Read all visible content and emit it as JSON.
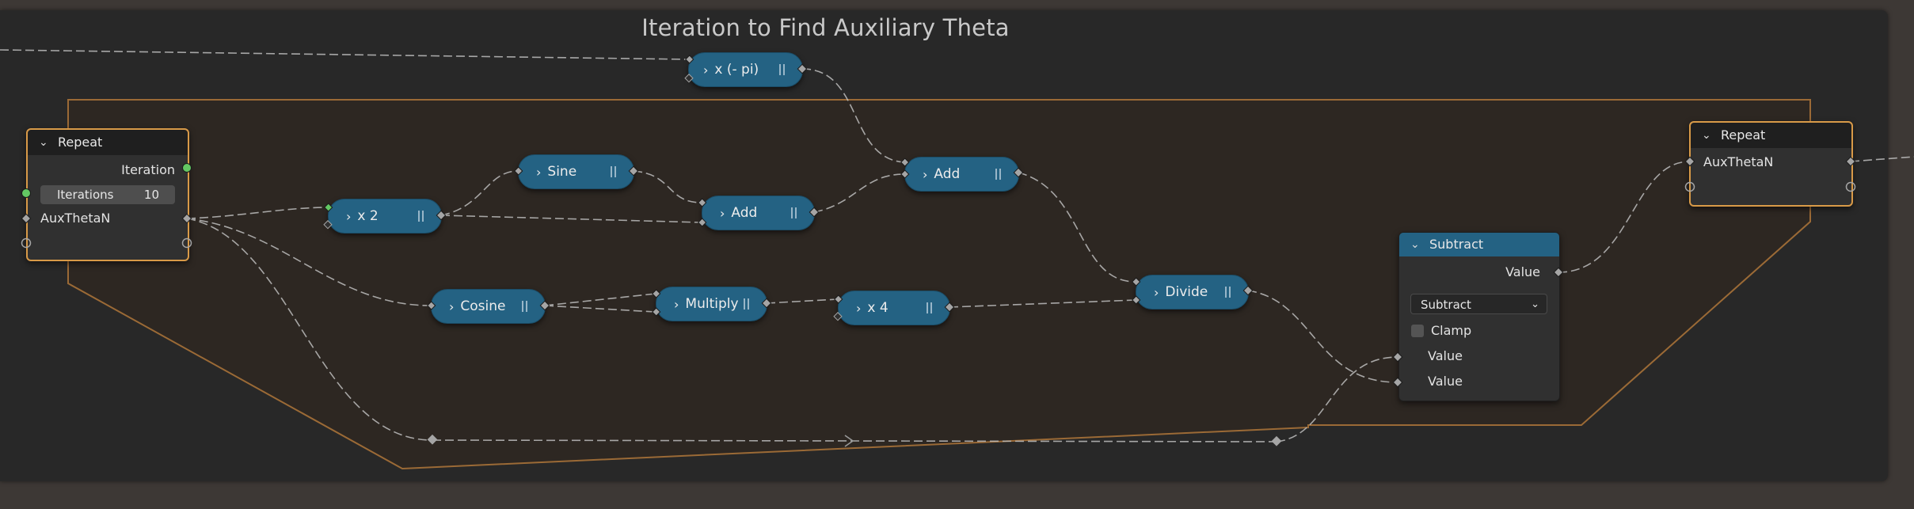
{
  "frame": {
    "title": "Iteration to Find Auxiliary Theta"
  },
  "repeat_input": {
    "title": "Repeat",
    "output_label": "Iteration",
    "iterations_label": "Iterations",
    "iterations_value": "10",
    "socket_label": "AuxThetaN"
  },
  "repeat_output": {
    "title": "Repeat",
    "socket_label": "AuxThetaN"
  },
  "math_nodes": {
    "neg_pi": "x (- pi)",
    "times2": "x 2",
    "sine": "Sine",
    "add1": "Add",
    "add2": "Add",
    "cosine": "Cosine",
    "multiply": "Multiply",
    "times4": "x 4",
    "divide": "Divide"
  },
  "subtract_node": {
    "title": "Subtract",
    "output_label": "Value",
    "operation": "Subtract",
    "clamp_label": "Clamp",
    "clamp_checked": false,
    "input1_label": "Value",
    "input2_label": "Value"
  },
  "colors": {
    "frame_bg": "#282828",
    "zone_bg": "#2d2722",
    "zone_border": "#9b6a36",
    "node_blue": "#246283",
    "socket_gray": "#a5a5a5",
    "socket_green": "#63c763"
  },
  "icons": {
    "collapse": "chevron-down-icon",
    "expand": "chevron-right-icon",
    "grip": "grip-icon",
    "reroute_arrow": "arrow-right-icon",
    "dropdown": "chevron-down-icon"
  }
}
